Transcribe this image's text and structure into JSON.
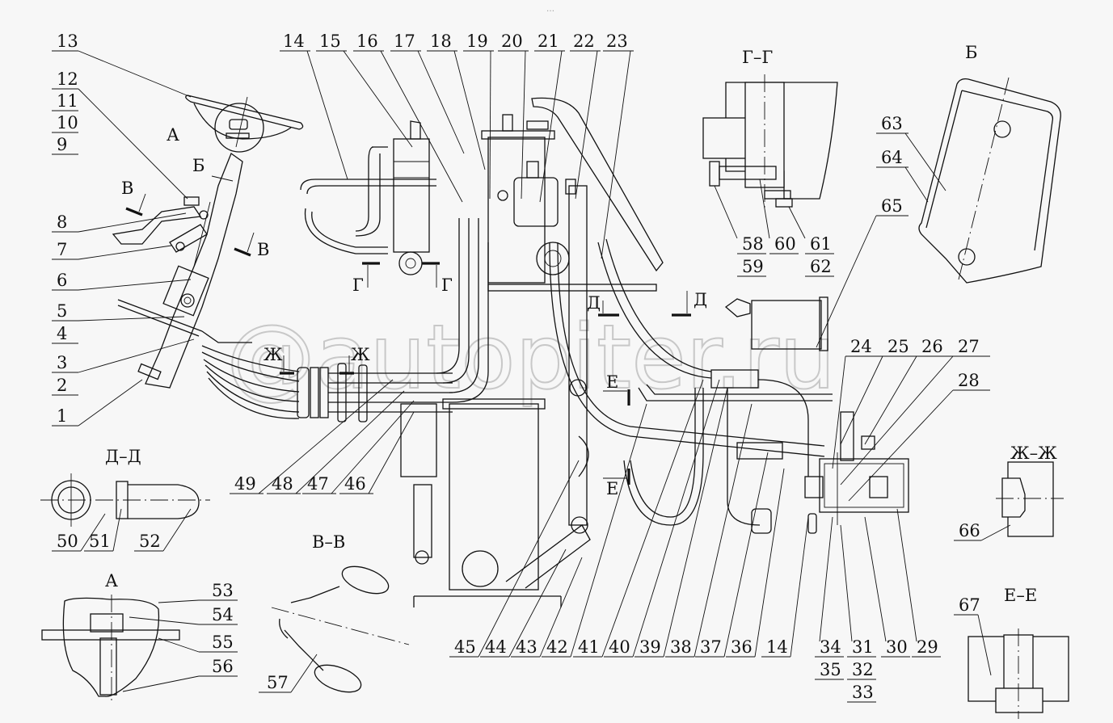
{
  "diagram": {
    "title": "Steering control hydraulic system assembly drawing",
    "header_marker": "…",
    "watermark": "@autopiter.ru",
    "view_titles": {
      "g_g": "Г–Г",
      "b": "Б",
      "d_d": "Д–Д",
      "a": "А",
      "v_v": "В–В",
      "zh_zh": "Ж–Ж",
      "e_e": "Е–Е"
    },
    "section_markers": {
      "a": "А",
      "b": "Б",
      "v": "В",
      "g": "Г",
      "d": "Д",
      "e": "Е",
      "zh": "Ж"
    },
    "callouts": {
      "left": [
        "13",
        "12",
        "11",
        "10",
        "9",
        "8",
        "7",
        "6",
        "5",
        "4",
        "3",
        "2",
        "1"
      ],
      "top": [
        "14",
        "15",
        "16",
        "17",
        "18",
        "19",
        "20",
        "21",
        "22",
        "23"
      ],
      "right_top": [
        "24",
        "25",
        "26",
        "27",
        "28"
      ],
      "bottom_left_group": [
        "49",
        "48",
        "47",
        "46"
      ],
      "bottom": [
        "45",
        "44",
        "43",
        "42",
        "41",
        "40",
        "39",
        "38",
        "37",
        "36",
        "14"
      ],
      "bottom_right": [
        "34",
        "35",
        "31",
        "32",
        "33",
        "30",
        "29"
      ],
      "dd": [
        "50",
        "51",
        "52"
      ],
      "a_view": [
        "53",
        "54",
        "55",
        "56"
      ],
      "vv": [
        "57"
      ],
      "gg": [
        "58",
        "59",
        "60",
        "61",
        "62"
      ],
      "b_view": [
        "63",
        "64",
        "65"
      ],
      "zhzh": [
        "66"
      ],
      "ee": [
        "67"
      ]
    }
  }
}
